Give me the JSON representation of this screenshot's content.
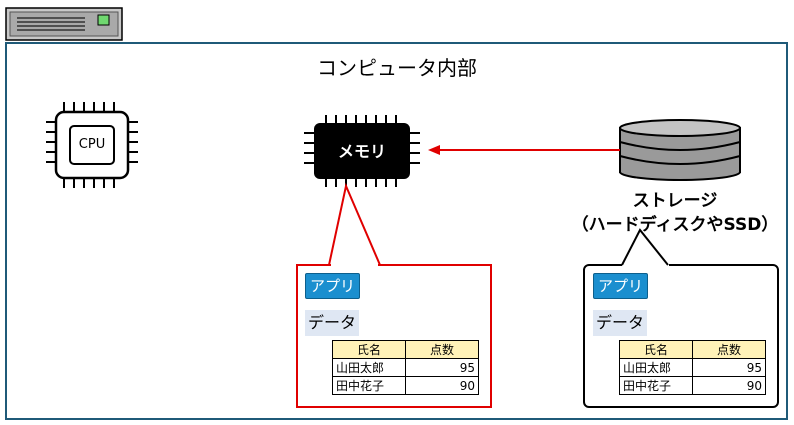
{
  "title": "コンピュータ内部",
  "cpu": {
    "label": "CPU"
  },
  "memory": {
    "label": "メモリ"
  },
  "storage": {
    "name": "ストレージ",
    "detail": "（ハードディスクやSSD）"
  },
  "memory_panel": {
    "app_label": "アプリ",
    "data_label": "データ",
    "table": {
      "headers": [
        "氏名",
        "点数"
      ],
      "rows": [
        [
          "山田太郎",
          "95"
        ],
        [
          "田中花子",
          "90"
        ]
      ]
    }
  },
  "storage_panel": {
    "app_label": "アプリ",
    "data_label": "データ",
    "table": {
      "headers": [
        "氏名",
        "点数"
      ],
      "rows": [
        [
          "山田太郎",
          "95"
        ],
        [
          "田中花子",
          "90"
        ]
      ]
    }
  },
  "colors": {
    "frame": "#1f5a78",
    "memory_callout": "#e00000",
    "arrow": "#e00000",
    "storage_callout": "#000000",
    "app_badge": "#1b8fcf",
    "table_header": "#fff2b8"
  },
  "icons": {
    "computer": "server-case-icon",
    "cpu": "cpu-chip-icon",
    "memory": "memory-chip-icon",
    "storage": "database-stack-icon"
  }
}
